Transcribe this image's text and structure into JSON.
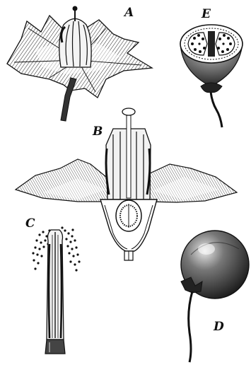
{
  "figures": {
    "a": {
      "label": "A"
    },
    "b": {
      "label": "B"
    },
    "c": {
      "label": "C"
    },
    "d": {
      "label": "D"
    },
    "e": {
      "label": "E"
    }
  },
  "colors": {
    "ink": "#111111",
    "paper": "#ffffff",
    "shade": "#555555"
  }
}
